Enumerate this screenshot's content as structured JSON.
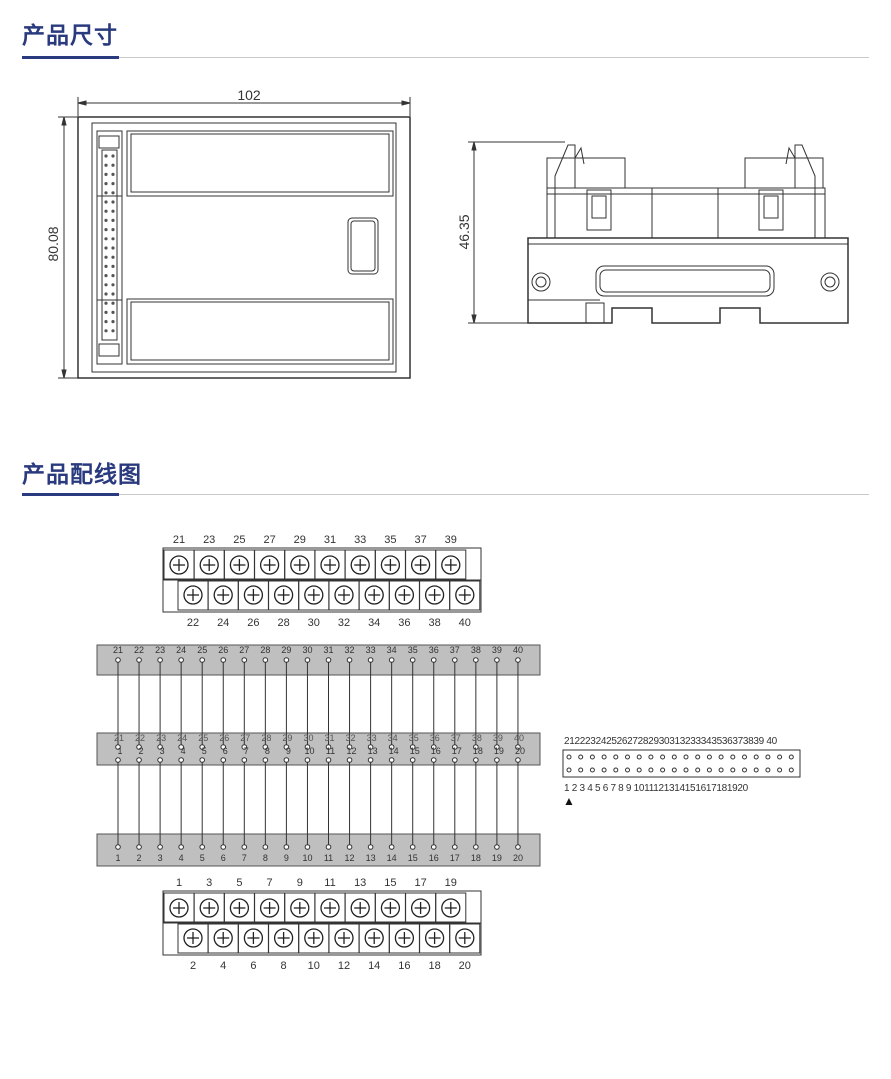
{
  "sections": {
    "dimensions_title": "产品尺寸",
    "wiring_title": "产品配线图"
  },
  "dimensions": {
    "width": "102",
    "height": "80.08",
    "depth": "46.35"
  },
  "wiring": {
    "odd_terminals": [
      "1",
      "3",
      "5",
      "7",
      "9",
      "11",
      "13",
      "15",
      "17",
      "19"
    ],
    "even_terminals": [
      "2",
      "4",
      "6",
      "8",
      "10",
      "12",
      "14",
      "16",
      "18",
      "20"
    ],
    "odd_terminals_upper": [
      "21",
      "23",
      "25",
      "27",
      "29",
      "31",
      "33",
      "35",
      "37",
      "39"
    ],
    "even_terminals_upper": [
      "22",
      "24",
      "26",
      "28",
      "30",
      "32",
      "34",
      "36",
      "38",
      "40"
    ],
    "bus_lower": [
      "1",
      "2",
      "3",
      "4",
      "5",
      "6",
      "7",
      "8",
      "9",
      "10",
      "11",
      "12",
      "13",
      "14",
      "15",
      "16",
      "17",
      "18",
      "19",
      "20"
    ],
    "bus_upper": [
      "21",
      "22",
      "23",
      "24",
      "25",
      "26",
      "27",
      "28",
      "29",
      "30",
      "31",
      "32",
      "33",
      "34",
      "35",
      "36",
      "37",
      "38",
      "39",
      "40"
    ],
    "connector_top_labels": "21222324252627282930313233343536373839 40",
    "connector_bottom_labels": "1  2  3  4  5  6  7  8  9 1011121314151617181920",
    "pin1_marker": "▲"
  },
  "colors": {
    "accent": "#2a3a7e",
    "bus_fill": "#bfbfbf",
    "line": "#333333"
  }
}
